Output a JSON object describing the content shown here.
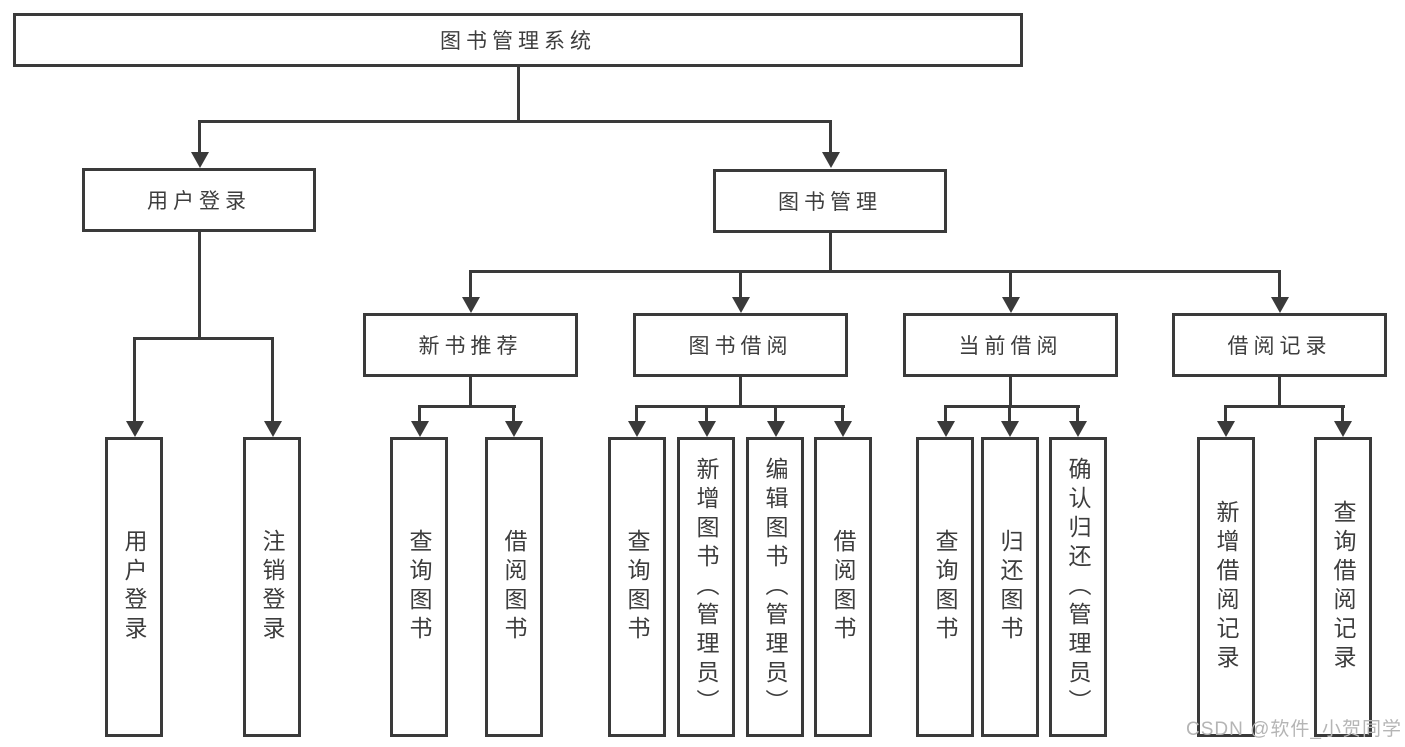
{
  "tree": {
    "root": "图书管理系统",
    "branches": [
      {
        "label": "用户登录",
        "children": [
          "用户登录",
          "注销登录"
        ]
      },
      {
        "label": "图书管理",
        "groups": [
          {
            "label": "新书推荐",
            "children": [
              "查询图书",
              "借阅图书"
            ]
          },
          {
            "label": "图书借阅",
            "children": [
              "查询图书",
              "新增图书（管理员）",
              "编辑图书（管理员）",
              "借阅图书"
            ]
          },
          {
            "label": "当前借阅",
            "children": [
              "查询图书",
              "归还图书",
              "确认归还（管理员）"
            ]
          },
          {
            "label": "借阅记录",
            "children": [
              "新增借阅记录",
              "查询借阅记录"
            ]
          }
        ]
      }
    ]
  },
  "watermark": "CSDN @软件_小贺同学",
  "colors": {
    "line": "#3a3a3a",
    "text": "#3d3d3d",
    "watermark": "#b5b5b5",
    "background": "#ffffff"
  }
}
